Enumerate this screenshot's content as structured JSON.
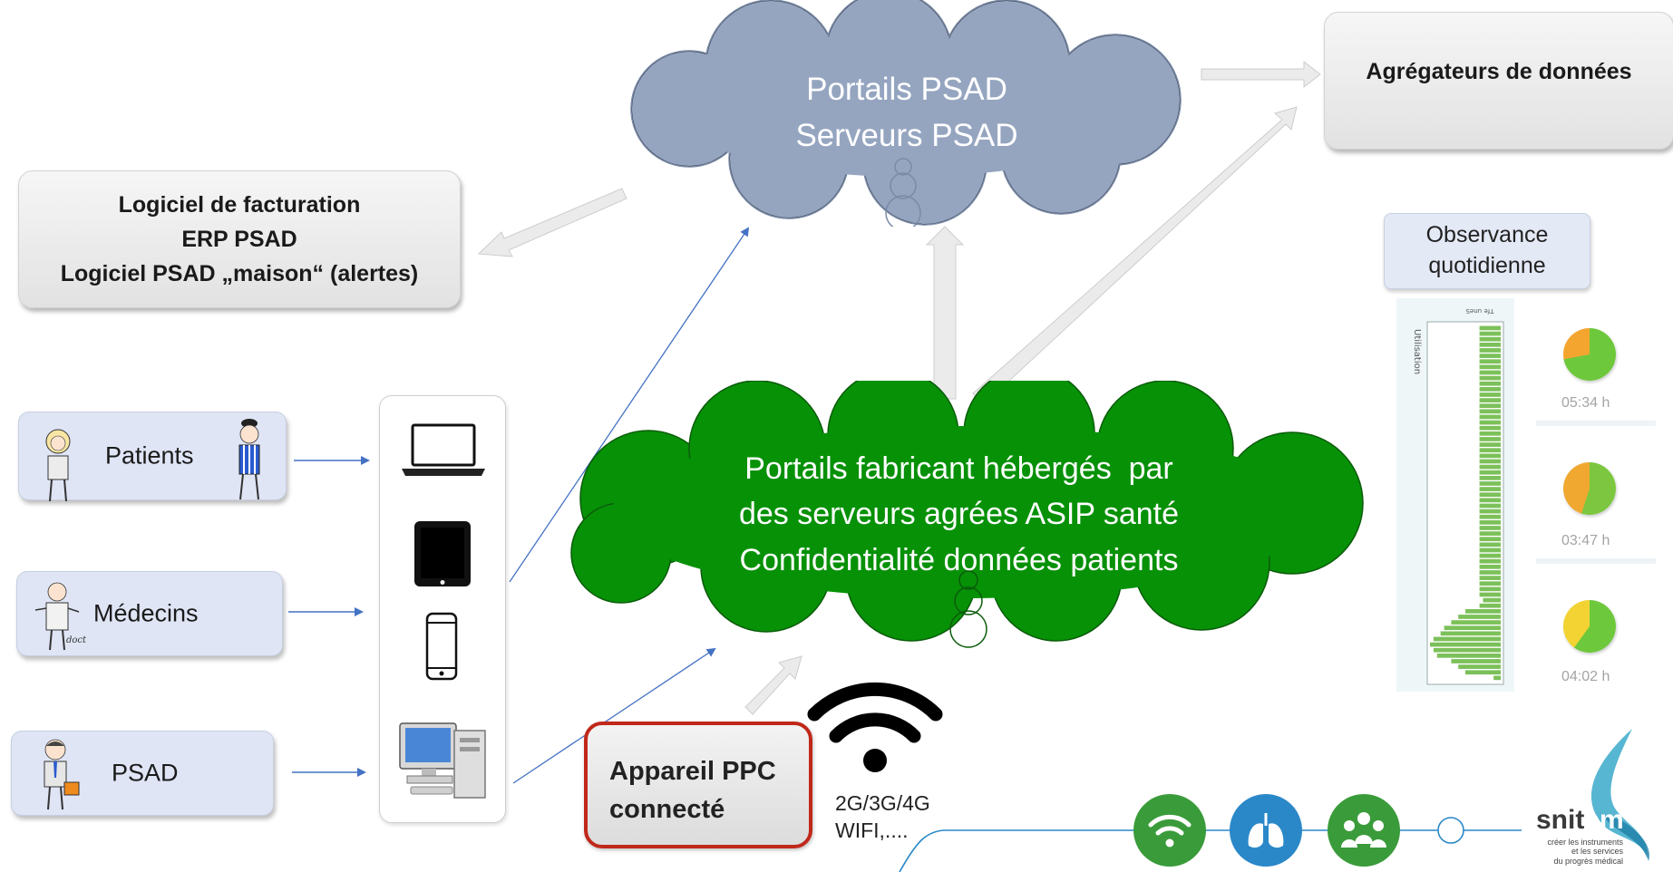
{
  "boxes": {
    "billing": {
      "lines": [
        "Logiciel de facturation",
        "ERP PSAD",
        "Logiciel PSAD „maison“ (alertes)"
      ]
    },
    "aggregators": {
      "label": "Agrégateurs de données"
    },
    "device": {
      "lines": [
        "Appareil PPC",
        "connecté"
      ]
    },
    "observance": {
      "lines": [
        "Observance",
        "quotidienne"
      ]
    }
  },
  "clouds": {
    "psad": {
      "lines": [
        "Portails PSAD",
        "Serveurs PSAD"
      ],
      "color": "#95a5c0"
    },
    "manufacturer": {
      "lines": [
        "Portails fabricant hébergés  par",
        "des serveurs agrées ASIP santé",
        "Confidentialité données patients"
      ],
      "color": "#079107"
    }
  },
  "users": [
    {
      "key": "patients",
      "label": "Patients"
    },
    {
      "key": "medecins",
      "label": "Médecins"
    },
    {
      "key": "psad",
      "label": "PSAD"
    }
  ],
  "figure_texts": {
    "doctor_tag": "doctor"
  },
  "devices": [
    "laptop-icon",
    "tablet-icon",
    "smartphone-icon",
    "desktop-computer-icon"
  ],
  "connectivity": {
    "lines": [
      "2G/3G/4G",
      "WIFI,...."
    ]
  },
  "observance_panel": {
    "mini_chart": {
      "title": "Tfe uneS",
      "axis_label": "Utilisation"
    },
    "entries": [
      {
        "time": "05:34 h"
      },
      {
        "time": "03:47 h"
      },
      {
        "time": "04:02 h"
      }
    ]
  },
  "chart_data": {
    "type": "bar",
    "orientation": "horizontal",
    "title": "Tfe uneS",
    "ylabel": "Utilisation",
    "values": [
      0.3,
      0.3,
      0.3,
      0.3,
      0.3,
      0.3,
      0.3,
      0.3,
      0.3,
      0.3,
      0.3,
      0.3,
      0.3,
      0.3,
      0.3,
      0.3,
      0.3,
      0.3,
      0.3,
      0.3,
      0.3,
      0.3,
      0.3,
      0.3,
      0.3,
      0.3,
      0.3,
      0.3,
      0.3,
      0.3,
      0.3,
      0.3,
      0.3,
      0.3,
      0.3,
      0.3,
      0.3,
      0.3,
      0.3,
      0.3,
      0.3,
      0.3,
      0.3,
      0.3,
      0.3,
      0.3,
      0.3,
      0.3,
      0.3,
      0.25,
      0.3,
      0.5,
      0.6,
      0.7,
      0.8,
      0.85,
      0.95,
      1.0,
      0.95,
      0.9,
      0.7,
      0.6,
      0.5,
      0.1
    ],
    "xlim": [
      0,
      1
    ]
  },
  "pies": [
    {
      "green_fraction": 0.72,
      "green": "#6ec83c",
      "other": "#f3a52f"
    },
    {
      "green_fraction": 0.55,
      "green": "#7cc73f",
      "other": "#f0a830"
    },
    {
      "green_fraction": 0.6,
      "green": "#6ec83c",
      "other": "#f2d333"
    }
  ],
  "brand": {
    "name_dark": "snit",
    "name_light": "em",
    "tagline": [
      "créer les instruments",
      "et les services",
      "du progrès médical"
    ],
    "icons": [
      "wifi-icon",
      "lungs-icon",
      "people-group-icon"
    ],
    "colors": {
      "wifi": "#3a9b3a",
      "lungs": "#2a88c8",
      "group": "#3a9b3a",
      "logo_blue": "#39a9c9"
    }
  }
}
